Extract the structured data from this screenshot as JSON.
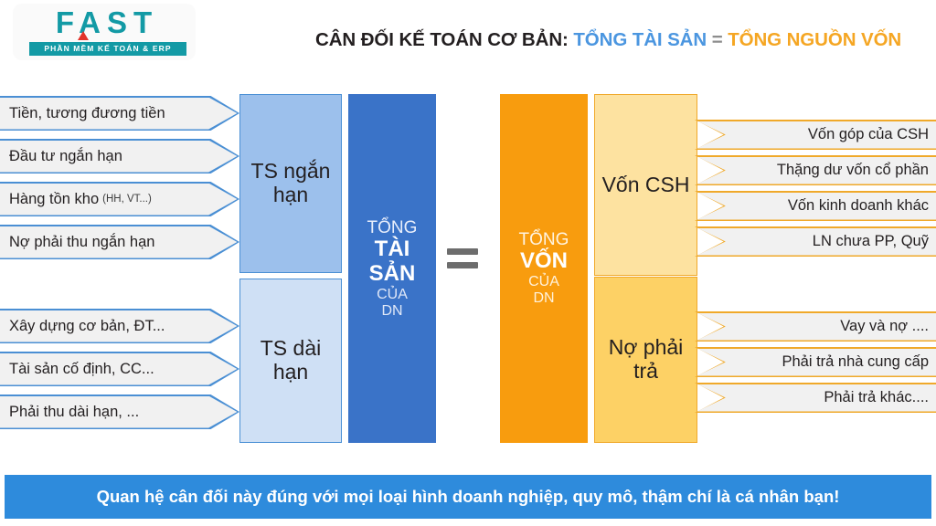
{
  "logo": {
    "word": "FAST",
    "tagline": "PHẦN MỀM KẾ TOÁN & ERP",
    "color_primary": "#139aa5",
    "accent": "#e2342a"
  },
  "title": {
    "black_part": "CÂN ĐỐI KẾ TOÁN CƠ BẢN:",
    "blue_part": "TỔNG TÀI SẢN",
    "equals": "=",
    "orange_part": "TỔNG NGUỒN VỐN",
    "blue_color": "#4b96e0",
    "orange_color": "#f5a623"
  },
  "left_labels_short": [
    {
      "text": "Tiền, tương đương tiền",
      "sub": ""
    },
    {
      "text": "Đầu tư ngắn hạn",
      "sub": ""
    },
    {
      "text": "Hàng tồn kho",
      "sub": "(HH, VT...)"
    },
    {
      "text": "Nợ phải thu ngắn hạn",
      "sub": ""
    }
  ],
  "left_labels_long": [
    {
      "text": "Xây dựng cơ bản, ĐT...",
      "sub": ""
    },
    {
      "text": "Tài sản cố định, CC...",
      "sub": ""
    },
    {
      "text": "Phải thu dài hạn, ...",
      "sub": ""
    }
  ],
  "assets": {
    "short_term": "TS ngắn hạn",
    "long_term": "TS dài hạn",
    "total_line1": "TỔNG",
    "total_line2": "TÀI",
    "total_line3": "SẢN",
    "total_line4": "CỦA",
    "total_line5": "DN",
    "short_term_color": "#9cc0ec",
    "long_term_color": "#cfe0f5",
    "total_color": "#3a73c8"
  },
  "equals_symbol": "=",
  "capital": {
    "total_line1": "TỔNG",
    "total_line2": "VỐN",
    "total_line3": "CỦA",
    "total_line4": "DN",
    "owner_equity": "Vốn CSH",
    "liabilities": "Nợ phải trả",
    "total_color": "#f89c0e",
    "owner_equity_color": "#fde2a0",
    "liabilities_color": "#fdd165"
  },
  "right_labels_equity": [
    "Vốn góp của CSH",
    "Thặng dư vốn cổ phần",
    "Vốn kinh doanh khác",
    "LN chưa PP, Quỹ"
  ],
  "right_labels_liabilities": [
    "Vay và nợ ....",
    "Phải trả nhà cung cấp",
    "Phải trả khác...."
  ],
  "banner": {
    "text": "Quan hệ cân đối này đúng với mọi loại hình doanh nghiệp, quy mô, thậm chí là cá nhân bạn!",
    "background": "#2e8bdc"
  }
}
